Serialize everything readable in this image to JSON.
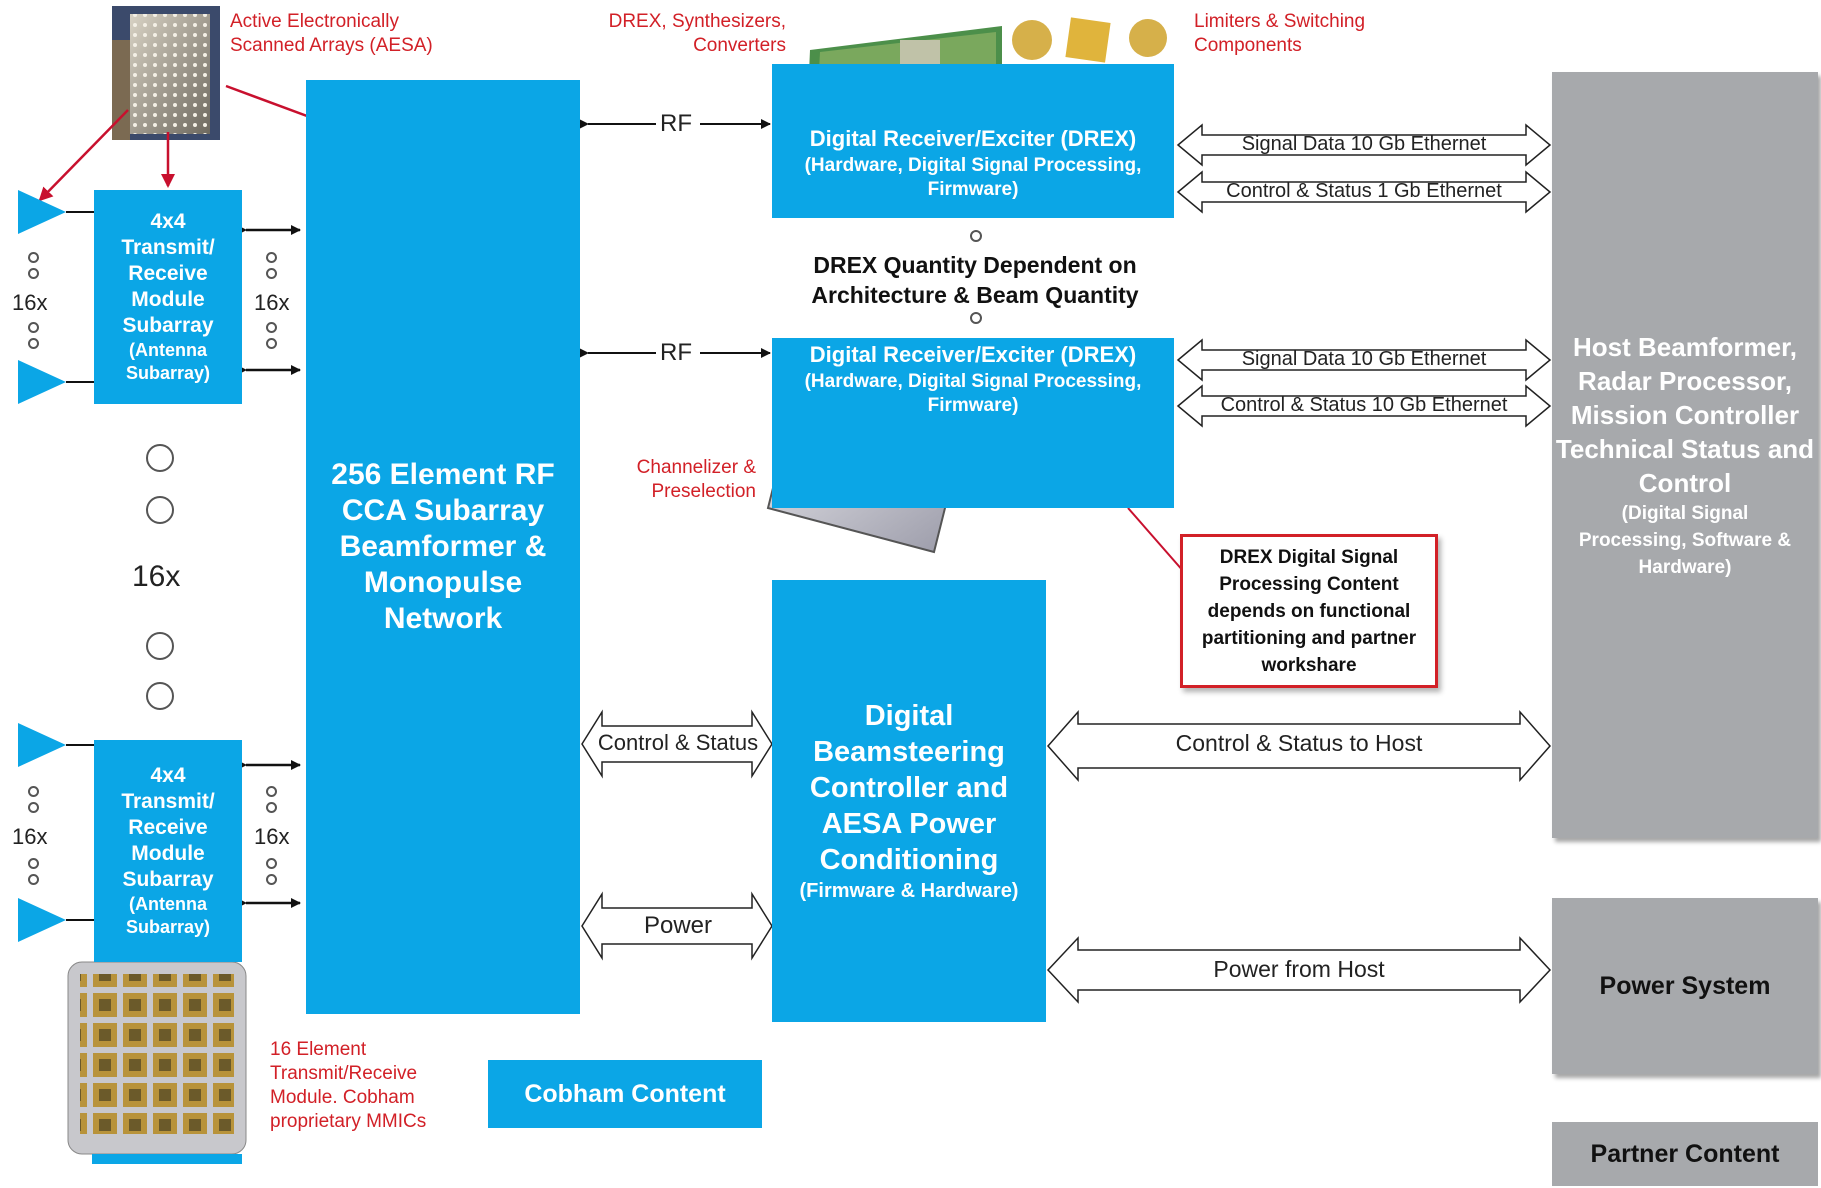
{
  "colors": {
    "cobham_blue": "#0ba6e6",
    "partner_gray": "#a7a9ac",
    "callout_red": "#d22027"
  },
  "callouts": {
    "aesa": "Active Electronically Scanned Arrays (AESA)",
    "drex_synth": "DREX, Synthesizers, Converters",
    "limiters": "Limiters & Switching Components",
    "channelizer": "Channelizer & Preselection",
    "element16": "16 Element Transmit/Receive Module. Cobham proprietary MMICs"
  },
  "tr_module": {
    "line1": "4x4",
    "line2": "Transmit/",
    "line3": "Receive",
    "line4": "Module",
    "line5": "Subarray",
    "line6": "(Antenna",
    "line7": "Subarray)"
  },
  "count_labels": {
    "sixteen": "16x"
  },
  "beamformer": {
    "title": "256 Element RF CCA Subarray Beamformer & Monopulse Network"
  },
  "drex": {
    "title": "Digital Receiver/Exciter (DREX)",
    "subtitle": "(Hardware, Digital Signal Processing, Firmware)"
  },
  "drex_quantity_note": "DREX Quantity Dependent on Architecture & Beam Quantity",
  "rf_label": "RF",
  "dsp_note": "DREX Digital Signal Processing Content depends on functional partitioning and partner workshare",
  "dbc": {
    "title": "Digital Beamsteering Controller and AESA Power Conditioning",
    "subtitle": "(Firmware & Hardware)"
  },
  "links": {
    "signal_data_1": "Signal Data 10 Gb Ethernet",
    "control_status_1": "Control & Status 1 Gb Ethernet",
    "signal_data_2": "Signal Data 10 Gb Ethernet",
    "control_status_2": "Control & Status 10 Gb Ethernet",
    "control_status_left": "Control & Status",
    "power_left": "Power",
    "control_to_host": "Control & Status to Host",
    "power_from_host": "Power from Host"
  },
  "host": {
    "title": "Host Beamformer, Radar Processor, Mission Controller Technical Status and Control",
    "subtitle": "(Digital Signal Processing, Software & Hardware)"
  },
  "power_system": "Power System",
  "legend": {
    "cobham": "Cobham Content",
    "partner": "Partner Content"
  }
}
